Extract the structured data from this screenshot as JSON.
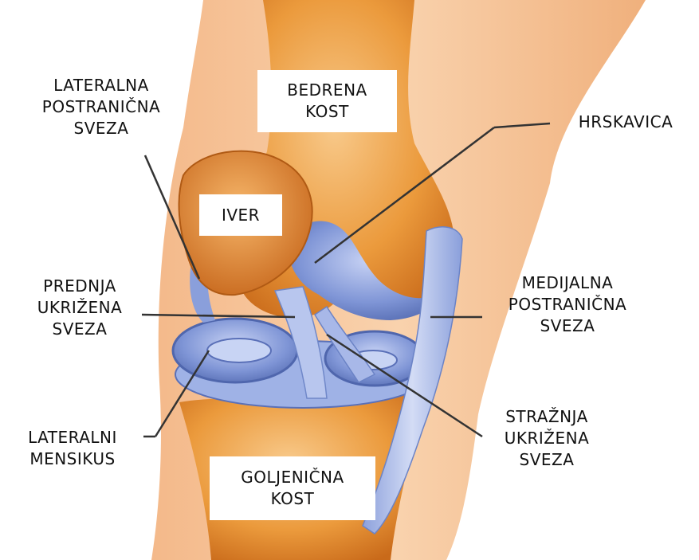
{
  "labels": {
    "lateral_collateral_ligament": [
      "LATERALNA",
      "POSTRANIČNA",
      "SVEZA"
    ],
    "femur": [
      "BEDRENA",
      "KOST"
    ],
    "cartilage": [
      "HRSKAVICA"
    ],
    "patella": [
      "IVER"
    ],
    "anterior_cruciate_ligament": [
      "PREDNJA",
      "UKRIŽENA",
      "SVEZA"
    ],
    "medial_collateral_ligament": [
      "MEDIJALNA",
      "POSTRANIČNA",
      "SVEZA"
    ],
    "lateral_meniscus": [
      "LATERALNI",
      "MENSIKUS"
    ],
    "posterior_cruciate_ligament": [
      "STRAŽNJA",
      "UKRIŽENA",
      "SVEZA"
    ],
    "tibia": [
      "GOLJENIČNA",
      "KOST"
    ]
  },
  "colors": {
    "bone": "#e8902e",
    "bone_light": "#f6c27a",
    "skin": "#f7c9a0",
    "ligament": "#6f86cc",
    "ligament_light": "#b9c6ee",
    "leader_line": "#333333"
  }
}
